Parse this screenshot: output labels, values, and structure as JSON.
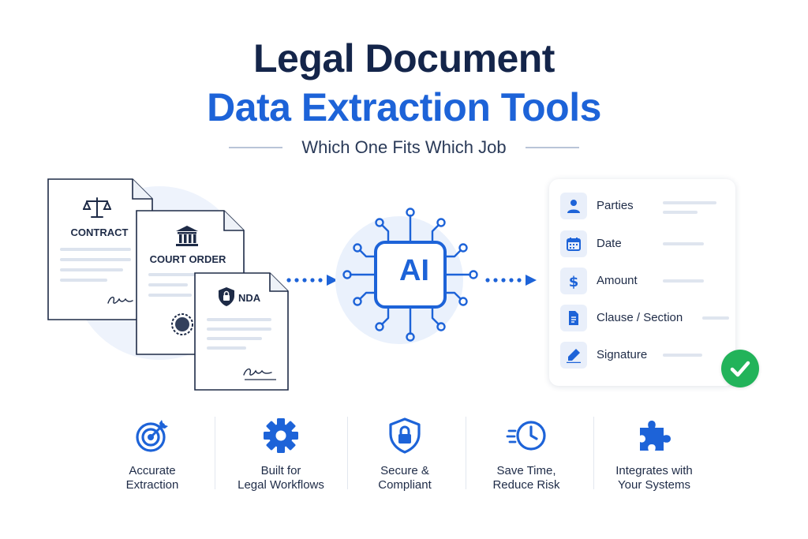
{
  "title": {
    "line1": "Legal Document",
    "line2": "Data Extraction Tools",
    "subtitle": "Which One Fits Which Job"
  },
  "colors": {
    "navy": "#14254a",
    "blue": "#1d63d8",
    "green": "#22b35a"
  },
  "documents": [
    {
      "label": "CONTRACT",
      "icon": "scales-icon"
    },
    {
      "label": "COURT ORDER",
      "icon": "courthouse-icon"
    },
    {
      "label": "NDA",
      "icon": "shield-lock-icon"
    }
  ],
  "ai_chip": {
    "label": "AI",
    "icon": "ai-chip-icon"
  },
  "fields": [
    {
      "label": "Parties",
      "icon": "person-icon"
    },
    {
      "label": "Date",
      "icon": "calendar-icon"
    },
    {
      "label": "Amount",
      "icon": "dollar-icon"
    },
    {
      "label": "Clause / Section",
      "icon": "document-icon"
    },
    {
      "label": "Signature",
      "icon": "pen-icon"
    }
  ],
  "status_icon": "checkmark-icon",
  "features": [
    {
      "line1": "Accurate",
      "line2": "Extraction",
      "icon": "target-icon"
    },
    {
      "line1": "Built for",
      "line2": "Legal Workflows",
      "icon": "gear-icon"
    },
    {
      "line1": "Secure &",
      "line2": "Compliant",
      "icon": "shield-lock-icon"
    },
    {
      "line1": "Save Time,",
      "line2": "Reduce Risk",
      "icon": "clock-icon"
    },
    {
      "line1": "Integrates with",
      "line2": "Your Systems",
      "icon": "puzzle-icon"
    }
  ]
}
